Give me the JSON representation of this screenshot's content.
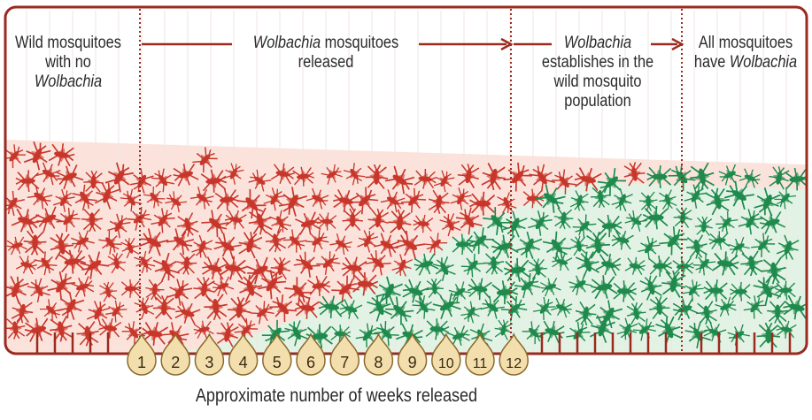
{
  "phases": [
    {
      "id": "wild",
      "lines": [
        {
          "text": "Wild mosquitoes"
        },
        {
          "text": "with no"
        },
        {
          "text": "Wolbachia",
          "italic": true
        }
      ]
    },
    {
      "id": "released",
      "lines": [
        {
          "parts": [
            {
              "text": "Wolbachia",
              "italic": true
            },
            {
              "text": " mosquitoes"
            }
          ]
        },
        {
          "text": "released"
        }
      ]
    },
    {
      "id": "establishes",
      "lines": [
        {
          "text": "Wolbachia",
          "italic": true
        },
        {
          "text": "establishes in the"
        },
        {
          "text": "wild mosquito"
        },
        {
          "text": "population"
        }
      ]
    },
    {
      "id": "all",
      "lines": [
        {
          "text": "All mosquitoes"
        },
        {
          "parts": [
            {
              "text": "have "
            },
            {
              "text": "Wolbachia",
              "italic": true
            }
          ]
        }
      ]
    }
  ],
  "week_markers": [
    "1",
    "2",
    "3",
    "4",
    "5",
    "6",
    "7",
    "8",
    "9",
    "10",
    "11",
    "12"
  ],
  "axis_caption": "Approximate number of weeks released",
  "colors": {
    "frame": "#9b2a1f",
    "wild_mosquito": "#c8372b",
    "wild_fill": "#fbe3dc",
    "wolbachia_mosquito": "#1f8a4c",
    "wolbachia_fill": "#e2f3e5",
    "marker_fill": "#f3dfae",
    "marker_stroke": "#8a6a2c"
  },
  "icons": {
    "wild": "mosquito-icon",
    "wolbachia": "mosquito-icon"
  }
}
